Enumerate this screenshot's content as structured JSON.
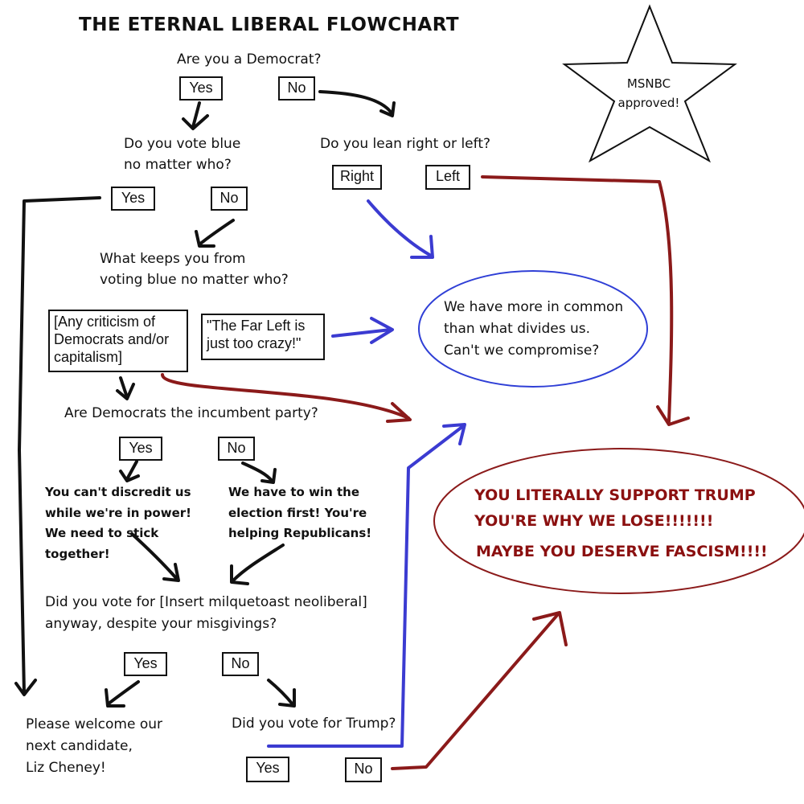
{
  "title": "THE ETERNAL LIBERAL FLOWCHART",
  "star": {
    "text": "MSNBC\napproved!"
  },
  "q1": {
    "text": "Are you a Democrat?",
    "yes": "Yes",
    "no": "No"
  },
  "q2": {
    "text": "Do you vote blue\nno matter who?",
    "yes": "Yes",
    "no": "No"
  },
  "q3": {
    "text": "Do you lean right or left?",
    "right": "Right",
    "left": "Left"
  },
  "q4": {
    "text": "What keeps you from\nvoting blue no matter who?"
  },
  "opt_criticism": "[Any criticism of\nDemocrats and/or\ncapitalism]",
  "opt_farleft": "\"The Far Left is\njust too crazy!\"",
  "compromise": "We have more in common\nthan what divides us.\nCan't we compromise?",
  "q5": {
    "text": "Are Democrats the incumbent party?",
    "yes": "Yes",
    "no": "No"
  },
  "cant_discredit": "You can't discredit us\nwhile we're in power!\nWe need to stick\ntogether!",
  "win_election": "We have to win the\nelection first! You're\nhelping Republicans!",
  "q6": {
    "text": "Did you vote for [Insert milquetoast neoliberal]\nanyway, despite your misgivings?",
    "yes": "Yes",
    "no": "No"
  },
  "welcome": "Please welcome our\nnext candidate,\nLiz Cheney!",
  "q7": {
    "text": "Did you vote for Trump?",
    "yes": "Yes",
    "no": "No"
  },
  "trump_lines": [
    "YOU LITERALLY SUPPORT TRUMP",
    "YOU'RE WHY WE LOSE!!!!!!!",
    "MAYBE YOU DESERVE FASCISM!!!!"
  ],
  "colors": {
    "black_arrow": "#111111",
    "blue_arrow": "#3b3bd1",
    "red_arrow": "#8b1a1a",
    "red_text": "#8b1010",
    "ellipse_blue": "#2f3fd6",
    "ellipse_red": "#8b1a1a"
  }
}
